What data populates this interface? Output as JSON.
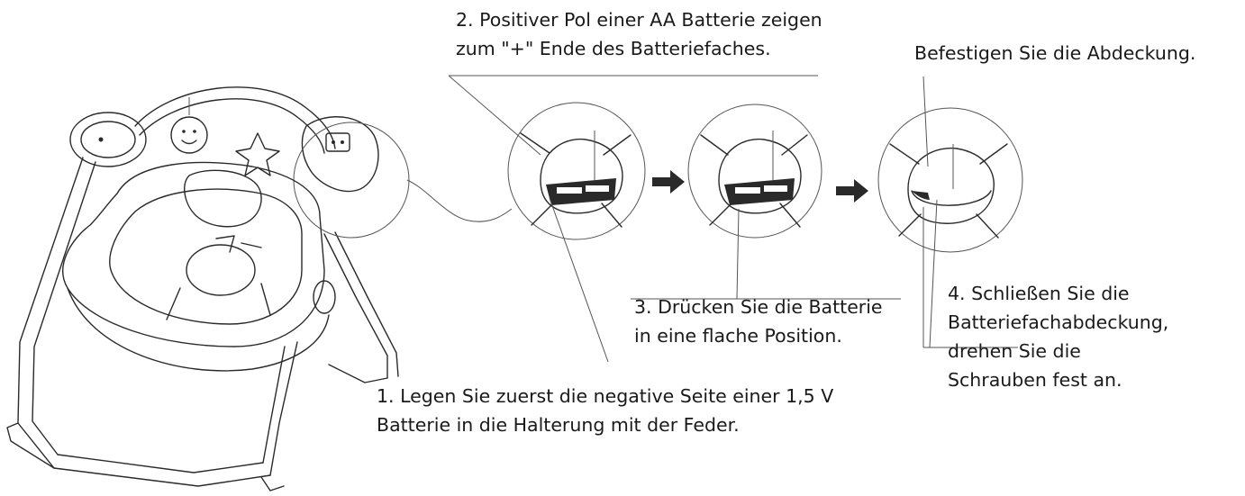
{
  "instructions": {
    "step1": {
      "line1": "1. Legen Sie zuerst die negative Seite einer 1,5 V",
      "line2": "Batterie in die Halterung mit der Feder."
    },
    "step2": {
      "line1": "2. Positiver Pol einer AA Batterie zeigen",
      "line2": "zum \"+\" Ende des Batteriefaches."
    },
    "step3": {
      "line1": "3. Drücken Sie die Batterie",
      "line2": "in eine flache Position."
    },
    "step4": {
      "line1": "4. Schließen Sie die",
      "line2": "Batteriefachabdeckung,",
      "line3": "drehen Sie die",
      "line4": "Schrauben fest an."
    },
    "cover": "Befestigen Sie die Abdeckung."
  },
  "icons": {
    "arrow": "right-arrow-icon",
    "swing": "baby-swing-illustration",
    "detail": "battery-compartment-detail"
  },
  "colors": {
    "ink": "#2a2a2a",
    "background": "#ffffff"
  }
}
